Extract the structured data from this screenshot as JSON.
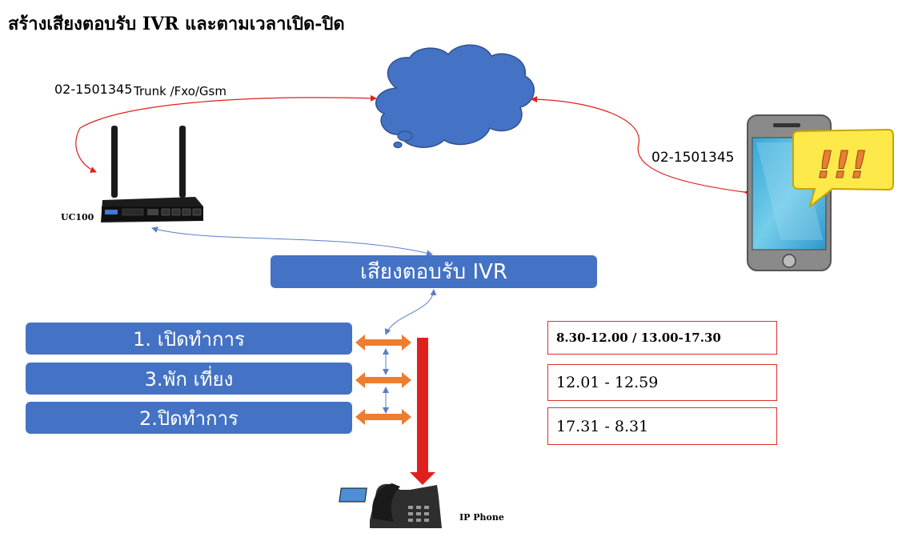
{
  "title": "สร้างเสียงตอบรับ IVR และตามเวลาเปิด-ปิด",
  "labels": {
    "trunk_number": "02-1501345",
    "trunk_type": "Trunk /Fxo/Gsm",
    "phone_number": "02-1501345",
    "uc100": "UC100",
    "ip_phone": "IP Phone",
    "alert": "!!!"
  },
  "ivr_box": "เสียงตอบรับ IVR",
  "menu_options": [
    "1. เปิดทำการ",
    "3.พัก เที่ยง",
    "2.ปิดทำการ"
  ],
  "time_ranges": [
    "8.30-12.00 / 13.00-17.30",
    "12.01  - 12.59",
    "17.31 -  8.31"
  ],
  "colors": {
    "box_blue": "#4472c4",
    "cloud_blue": "#4472c4",
    "arrow_red": "#e0201c",
    "arrow_orange": "#ed7d31",
    "connector_blue": "#5b7fc4",
    "time_border": "#e0302a",
    "bubble_yellow": "#fde94a"
  }
}
